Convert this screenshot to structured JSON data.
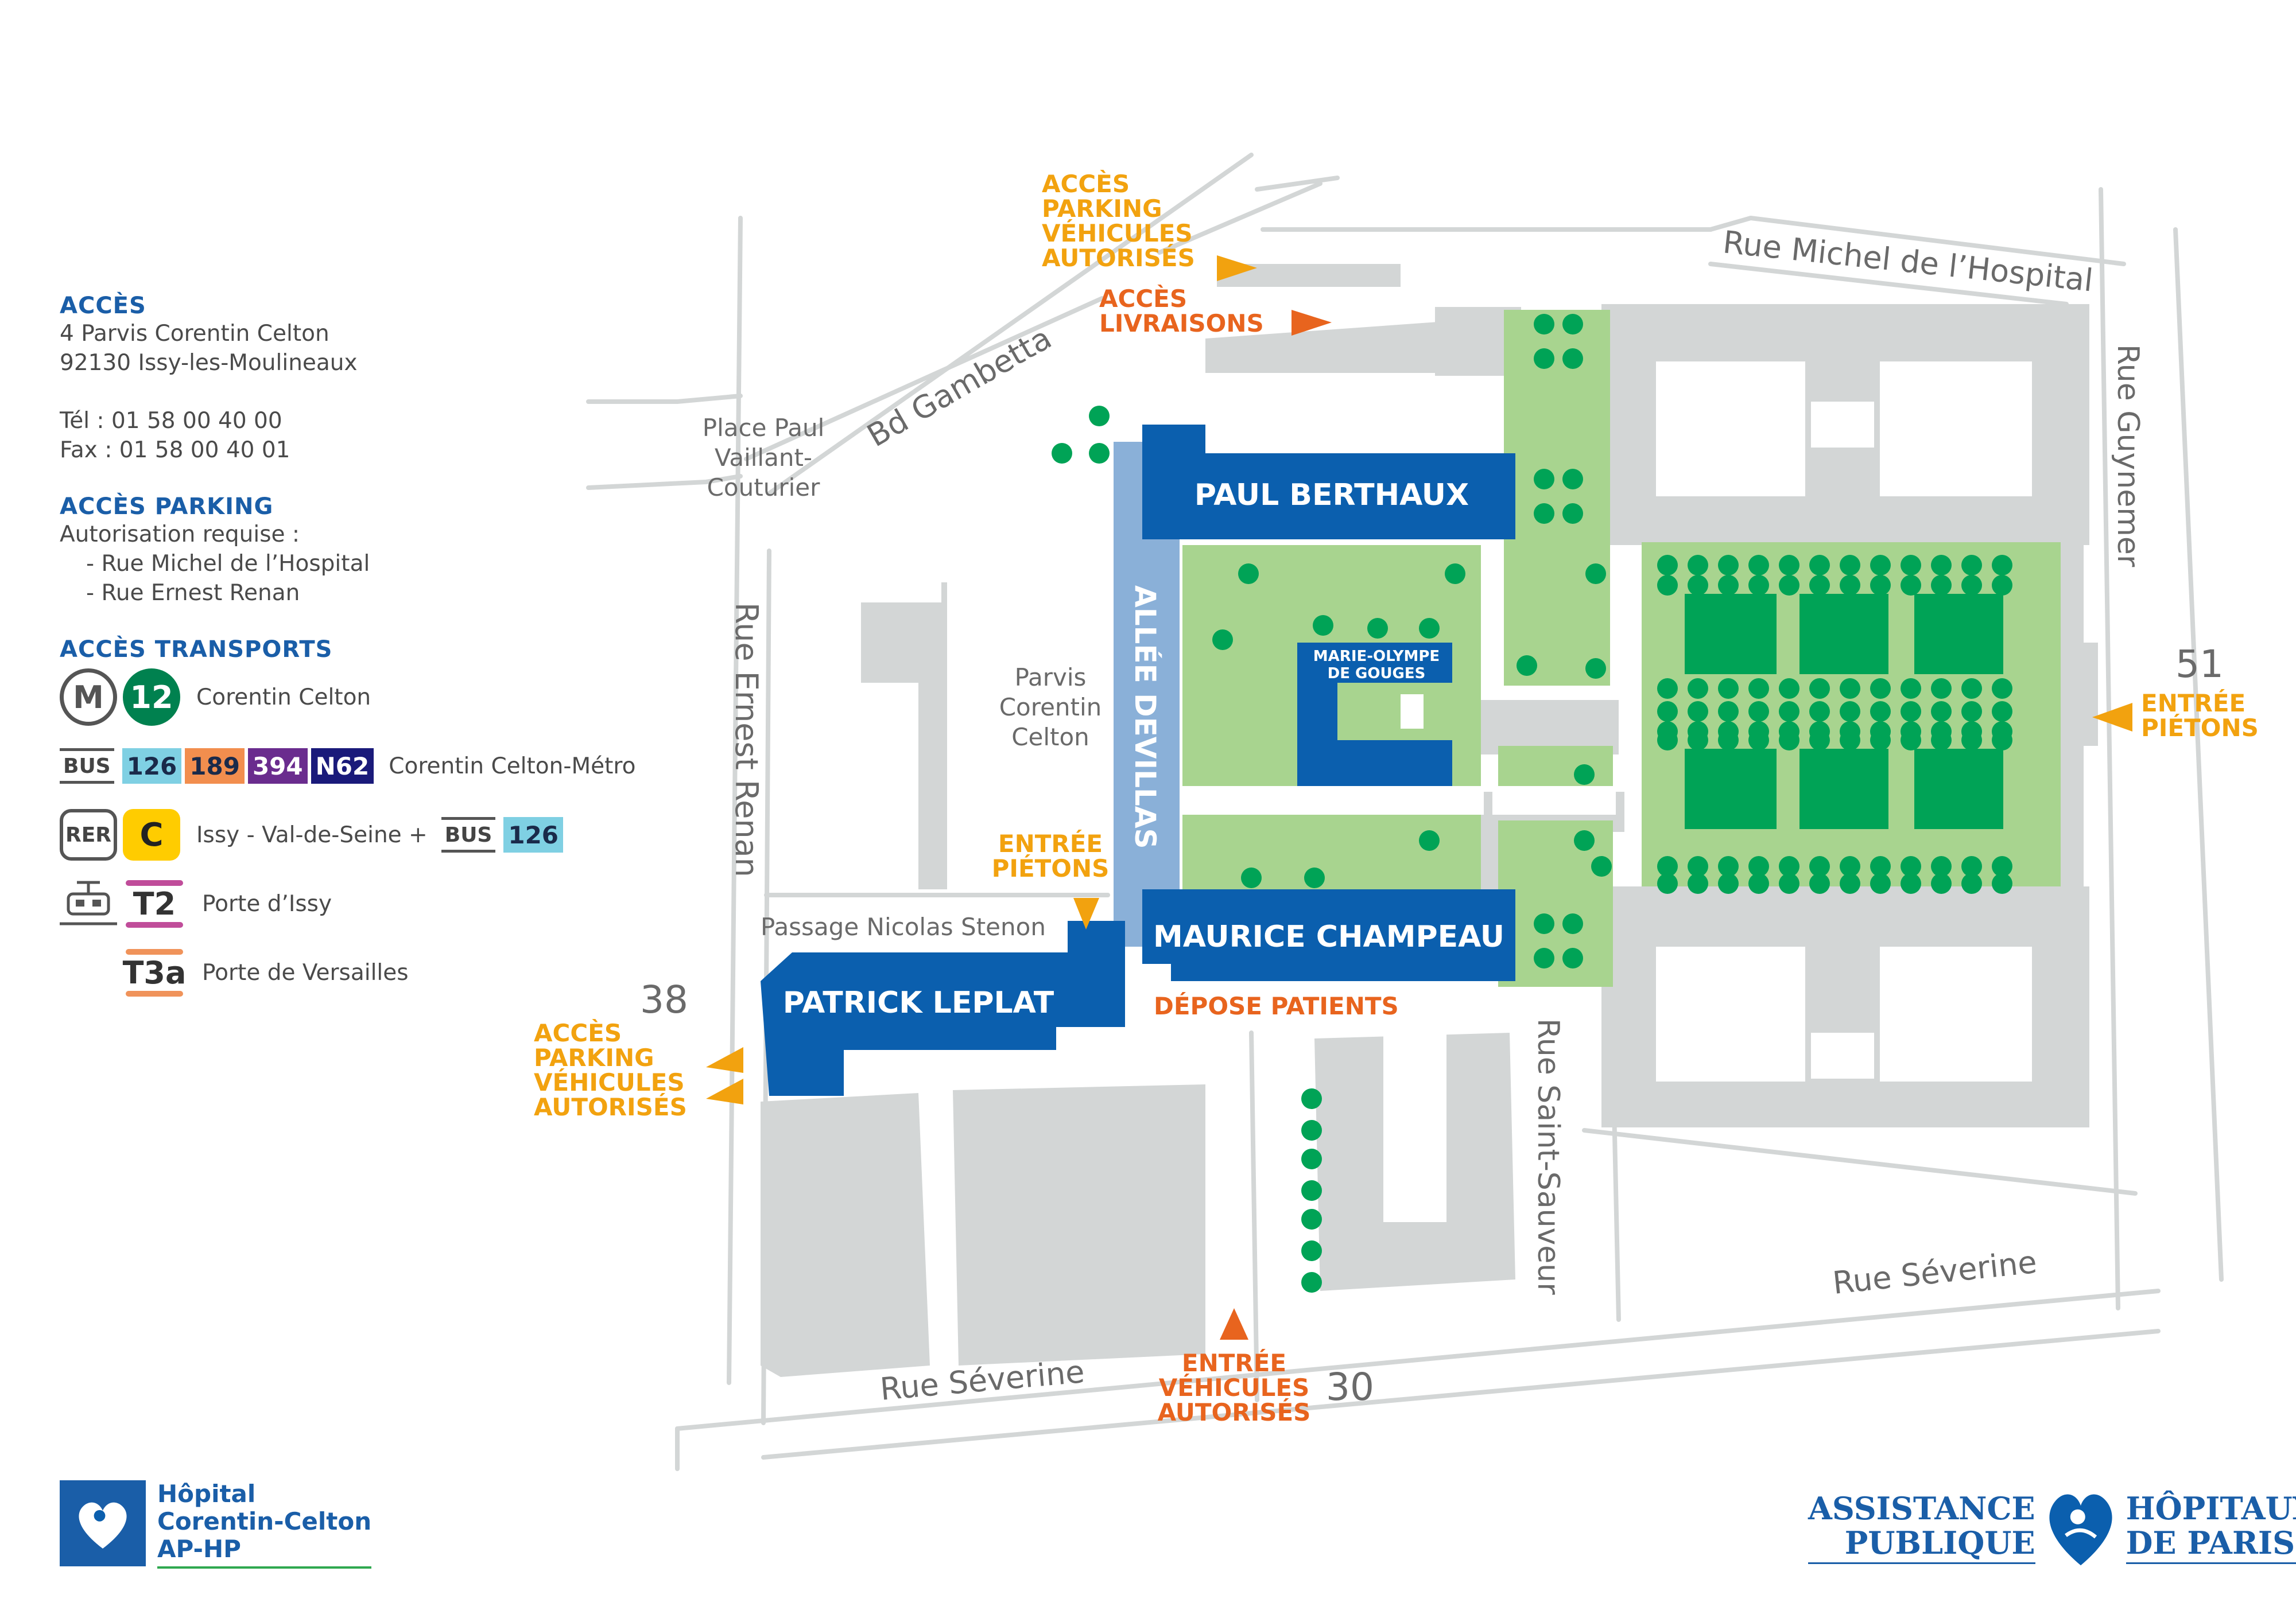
{
  "info": {
    "acces_title": "ACCÈS",
    "address_line1": "4 Parvis Corentin Celton",
    "address_line2": "92130 Issy-les-Moulineaux",
    "tel": "Tél : 01 58 00 40 00",
    "fax": "Fax : 01 58 00 40 01",
    "parking_title": "ACCÈS PARKING",
    "parking_req": "Autorisation requise :",
    "parking_items": [
      "-   Rue Michel de l’Hospital",
      "-   Rue Ernest Renan"
    ],
    "transports_title": "ACCÈS TRANSPORTS"
  },
  "transports": {
    "metro_symbol": "M",
    "metro_line": "12",
    "metro_stop": "Corentin Celton",
    "bus_label": "BUS",
    "bus_lines": [
      "126",
      "189",
      "394",
      "N62"
    ],
    "bus_stop": "Corentin Celton-Métro",
    "rer_label": "RER",
    "rer_line": "C",
    "rer_stop": "Issy - Val-de-Seine +",
    "rer_bus_label": "BUS",
    "rer_bus_line": "126",
    "tram_icon": "tram-icon",
    "t2": "T2",
    "t2_stop": "Porte d’Issy",
    "t3a": "T3a",
    "t3a_stop": "Porte de Versailles"
  },
  "colors": {
    "building_blue": "#0b5fae",
    "allee_blue": "#8ab0d8",
    "green_light": "#a8d48f",
    "green_dark": "#009a4e",
    "road_grey": "#d3d6d6",
    "orange_yellow": "#f2a20f",
    "orange_red": "#e8641e",
    "t2_pink": "#c04d9a",
    "t3a_orange": "#f0935a"
  },
  "map": {
    "streets": {
      "michel": "Rue Michel de l’Hospital",
      "guynemer": "Rue Guynemer",
      "gambetta": "Bd Gambetta",
      "place_paul": [
        "Place Paul",
        "Vaillant-",
        "Couturier"
      ],
      "ernest": "Rue Ernest Renan",
      "parvis": [
        "Parvis",
        "Corentin",
        "Celton"
      ],
      "passage": "Passage Nicolas Stenon",
      "saint_sauveur": "Rue Saint-Sauveur",
      "severine_left": "Rue Séverine",
      "severine_right": "Rue Séverine"
    },
    "numbers": {
      "n51": "51",
      "n38": "38",
      "n30": "30"
    },
    "buildings": {
      "paul": "PAUL BERTHAUX",
      "maurice": "MAURICE CHAMPEAU",
      "patrick": "PATRICK LEPLAT",
      "marie": [
        "MARIE-OLYMPE",
        "DE GOUGES"
      ],
      "allee": "ALLÉE DEVILLAS"
    },
    "access": {
      "parking_top": [
        "ACCÈS",
        "PARKING",
        "VÉHICULES",
        "AUTORISÉS"
      ],
      "livraisons": [
        "ACCÈS",
        "LIVRAISONS"
      ],
      "pietons_right": [
        "ENTRÉE",
        "PIÉTONS"
      ],
      "pietons_center": [
        "ENTRÉE",
        "PIÉTONS"
      ],
      "depose": "DÉPOSE PATIENTS",
      "parking_left": [
        "ACCÈS",
        "PARKING",
        "VÉHICULES",
        "AUTORISÉS"
      ],
      "vehicules": [
        "ENTRÉE",
        "VÉHICULES",
        "AUTORISÉS"
      ]
    }
  },
  "logos": {
    "hospital": [
      "Hôpital",
      "Corentin-Celton",
      "AP-HP"
    ],
    "aphp_left": [
      "ASSISTANCE",
      "PUBLIQUE"
    ],
    "aphp_right": [
      "HÔPITAUX",
      "DE PARIS"
    ]
  }
}
